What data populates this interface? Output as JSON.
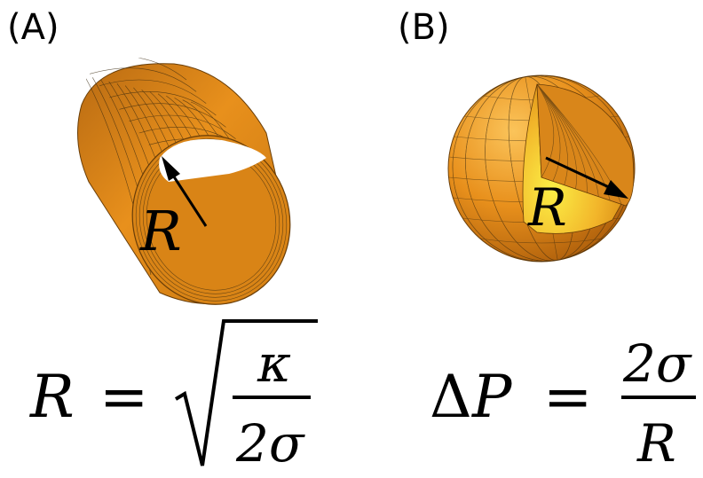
{
  "panels": {
    "a": {
      "label": "(A)",
      "radius_symbol": "R",
      "formula": {
        "lhs": "R",
        "equals": "=",
        "numerator": "κ",
        "denominator": "2σ"
      }
    },
    "b": {
      "label": "(B)",
      "radius_symbol": "R",
      "formula": {
        "lhs_delta": "Δ",
        "lhs_var": "P",
        "equals": "=",
        "numerator": "2σ",
        "denominator": "R"
      }
    }
  },
  "colors": {
    "surface": "#e8901c",
    "surface_dark": "#a85a0a",
    "surface_light": "#f7b23a",
    "inner_highlight": "#f8e23a",
    "mesh": "#3a2a10",
    "ink": "#000000"
  }
}
